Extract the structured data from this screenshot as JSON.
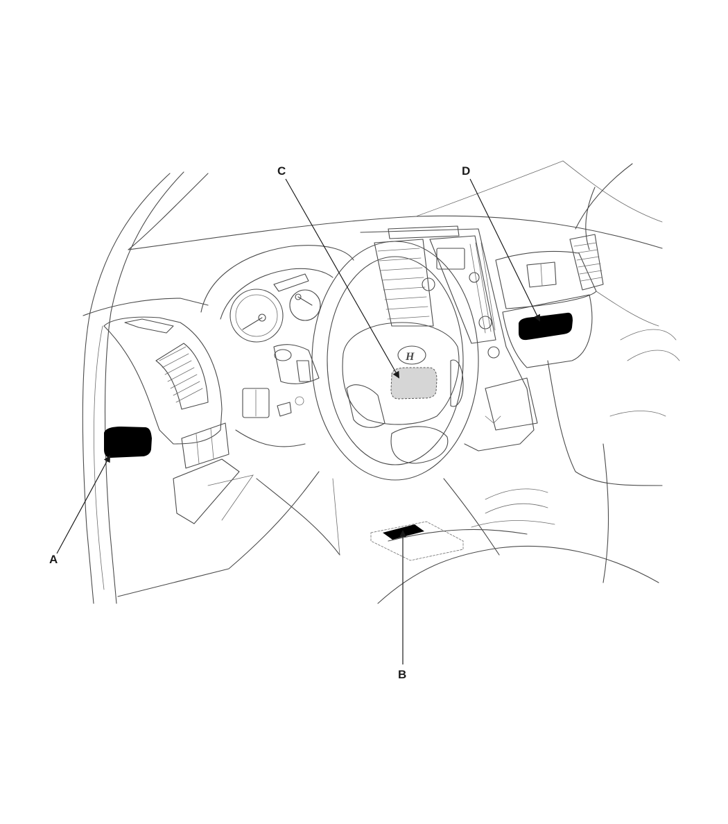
{
  "callouts": [
    {
      "id": "A",
      "label": "A"
    },
    {
      "id": "B",
      "label": "B"
    },
    {
      "id": "C",
      "label": "C"
    },
    {
      "id": "D",
      "label": "D"
    }
  ],
  "colors": {
    "line": "#4a4a4a",
    "marker_dark": "#000000",
    "marker_light": "#d6d6d6",
    "label": "#1a1a1a"
  }
}
